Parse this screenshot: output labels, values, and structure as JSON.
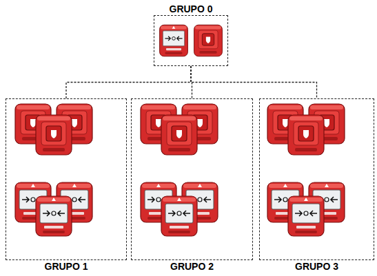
{
  "diagram": {
    "nodes": [
      {
        "text": [
          "GRUPO 0"
        ]
      },
      {
        "text": [
          "GRUPO 1"
        ]
      },
      {
        "text": [
          "GRUPO 2"
        ]
      },
      {
        "text": [
          "GRUPO 3"
        ]
      }
    ],
    "edges": [
      {
        "from": 0,
        "to": 1,
        "arrow": "none"
      },
      {
        "from": 0,
        "to": 2,
        "arrow": "none"
      },
      {
        "from": 0,
        "to": 3,
        "arrow": "none"
      }
    ]
  }
}
